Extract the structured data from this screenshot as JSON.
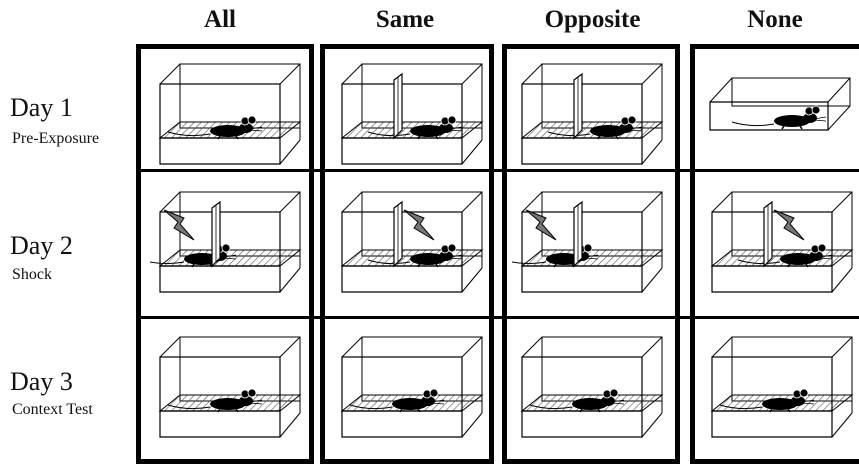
{
  "columns": [
    "All",
    "Same",
    "Opposite",
    "None"
  ],
  "rows": [
    {
      "day": "Day 1",
      "label": "Pre-Exposure"
    },
    {
      "day": "Day 2",
      "label": "Shock"
    },
    {
      "day": "Day 3",
      "label": "Context Test"
    }
  ],
  "cells": [
    [
      {
        "partition": false,
        "shock": false,
        "mouse": "center",
        "floor": "striped",
        "shape": "box"
      },
      {
        "partition": true,
        "shock": false,
        "mouse": "right",
        "floor": "striped",
        "shape": "box"
      },
      {
        "partition": true,
        "shock": false,
        "mouse": "right",
        "floor": "striped",
        "shape": "box"
      },
      {
        "partition": false,
        "shock": false,
        "mouse": "right",
        "floor": "plain",
        "shape": "flat"
      }
    ],
    [
      {
        "partition": true,
        "shock": true,
        "shock_side": "left",
        "mouse": "left",
        "floor": "striped",
        "shape": "box"
      },
      {
        "partition": true,
        "shock": true,
        "shock_side": "right",
        "mouse": "right",
        "floor": "striped",
        "shape": "box"
      },
      {
        "partition": true,
        "shock": true,
        "shock_side": "left",
        "mouse": "left",
        "floor": "striped",
        "shape": "box"
      },
      {
        "partition": true,
        "shock": true,
        "shock_side": "right",
        "mouse": "right",
        "floor": "striped",
        "shape": "box"
      }
    ],
    [
      {
        "partition": false,
        "shock": false,
        "mouse": "center",
        "floor": "striped",
        "shape": "box"
      },
      {
        "partition": false,
        "shock": false,
        "mouse": "center",
        "floor": "striped",
        "shape": "box"
      },
      {
        "partition": false,
        "shock": false,
        "mouse": "center",
        "floor": "striped",
        "shape": "box"
      },
      {
        "partition": false,
        "shock": false,
        "mouse": "center",
        "floor": "striped",
        "shape": "box"
      }
    ]
  ]
}
